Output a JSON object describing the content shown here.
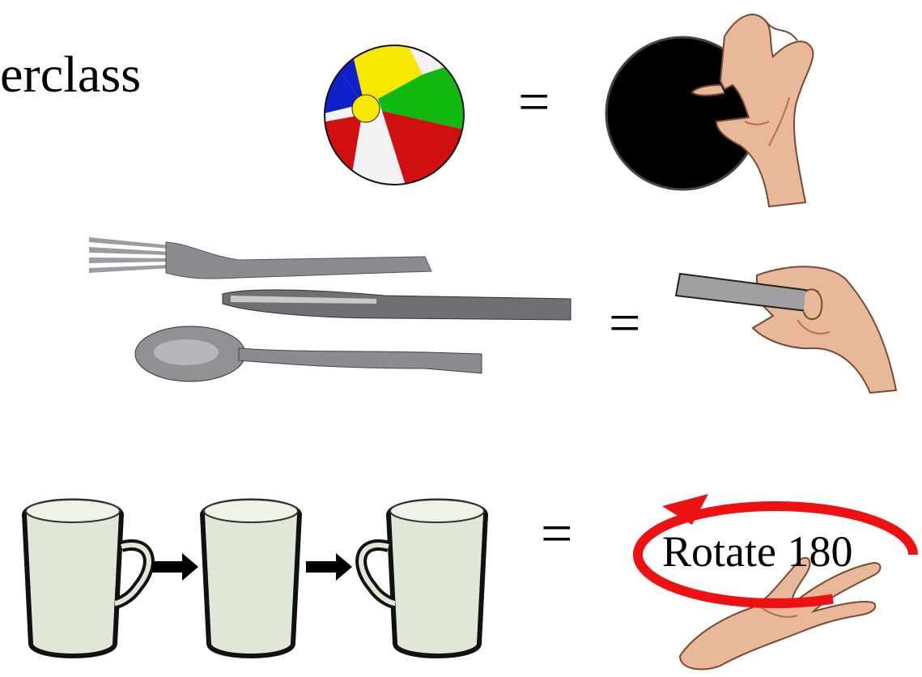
{
  "slide": {
    "title_fragment": "erclass",
    "rows": [
      {
        "equals": "=",
        "object": "beach-ball",
        "grasp": "power-sphere"
      },
      {
        "equals": "=",
        "object": "cutlery",
        "grasp": "lateral-bar"
      },
      {
        "equals": "=",
        "object": "mug-rotation-sequence",
        "grasp": "rotate"
      }
    ],
    "rotate_label": "Rotate 180"
  },
  "colors": {
    "ball_blue": "#1020c8",
    "ball_yellow": "#f8e800",
    "ball_green": "#10b810",
    "ball_red": "#d01010",
    "ball_white": "#f2f2f2",
    "disc": "#000000",
    "bar": "#a0a0a0",
    "skin": "#e9b89a",
    "skin_shadow": "#b07050",
    "metal": "#8a8c90",
    "mug": "#dfe8d6",
    "rotate_arrow": "#ee1111"
  }
}
